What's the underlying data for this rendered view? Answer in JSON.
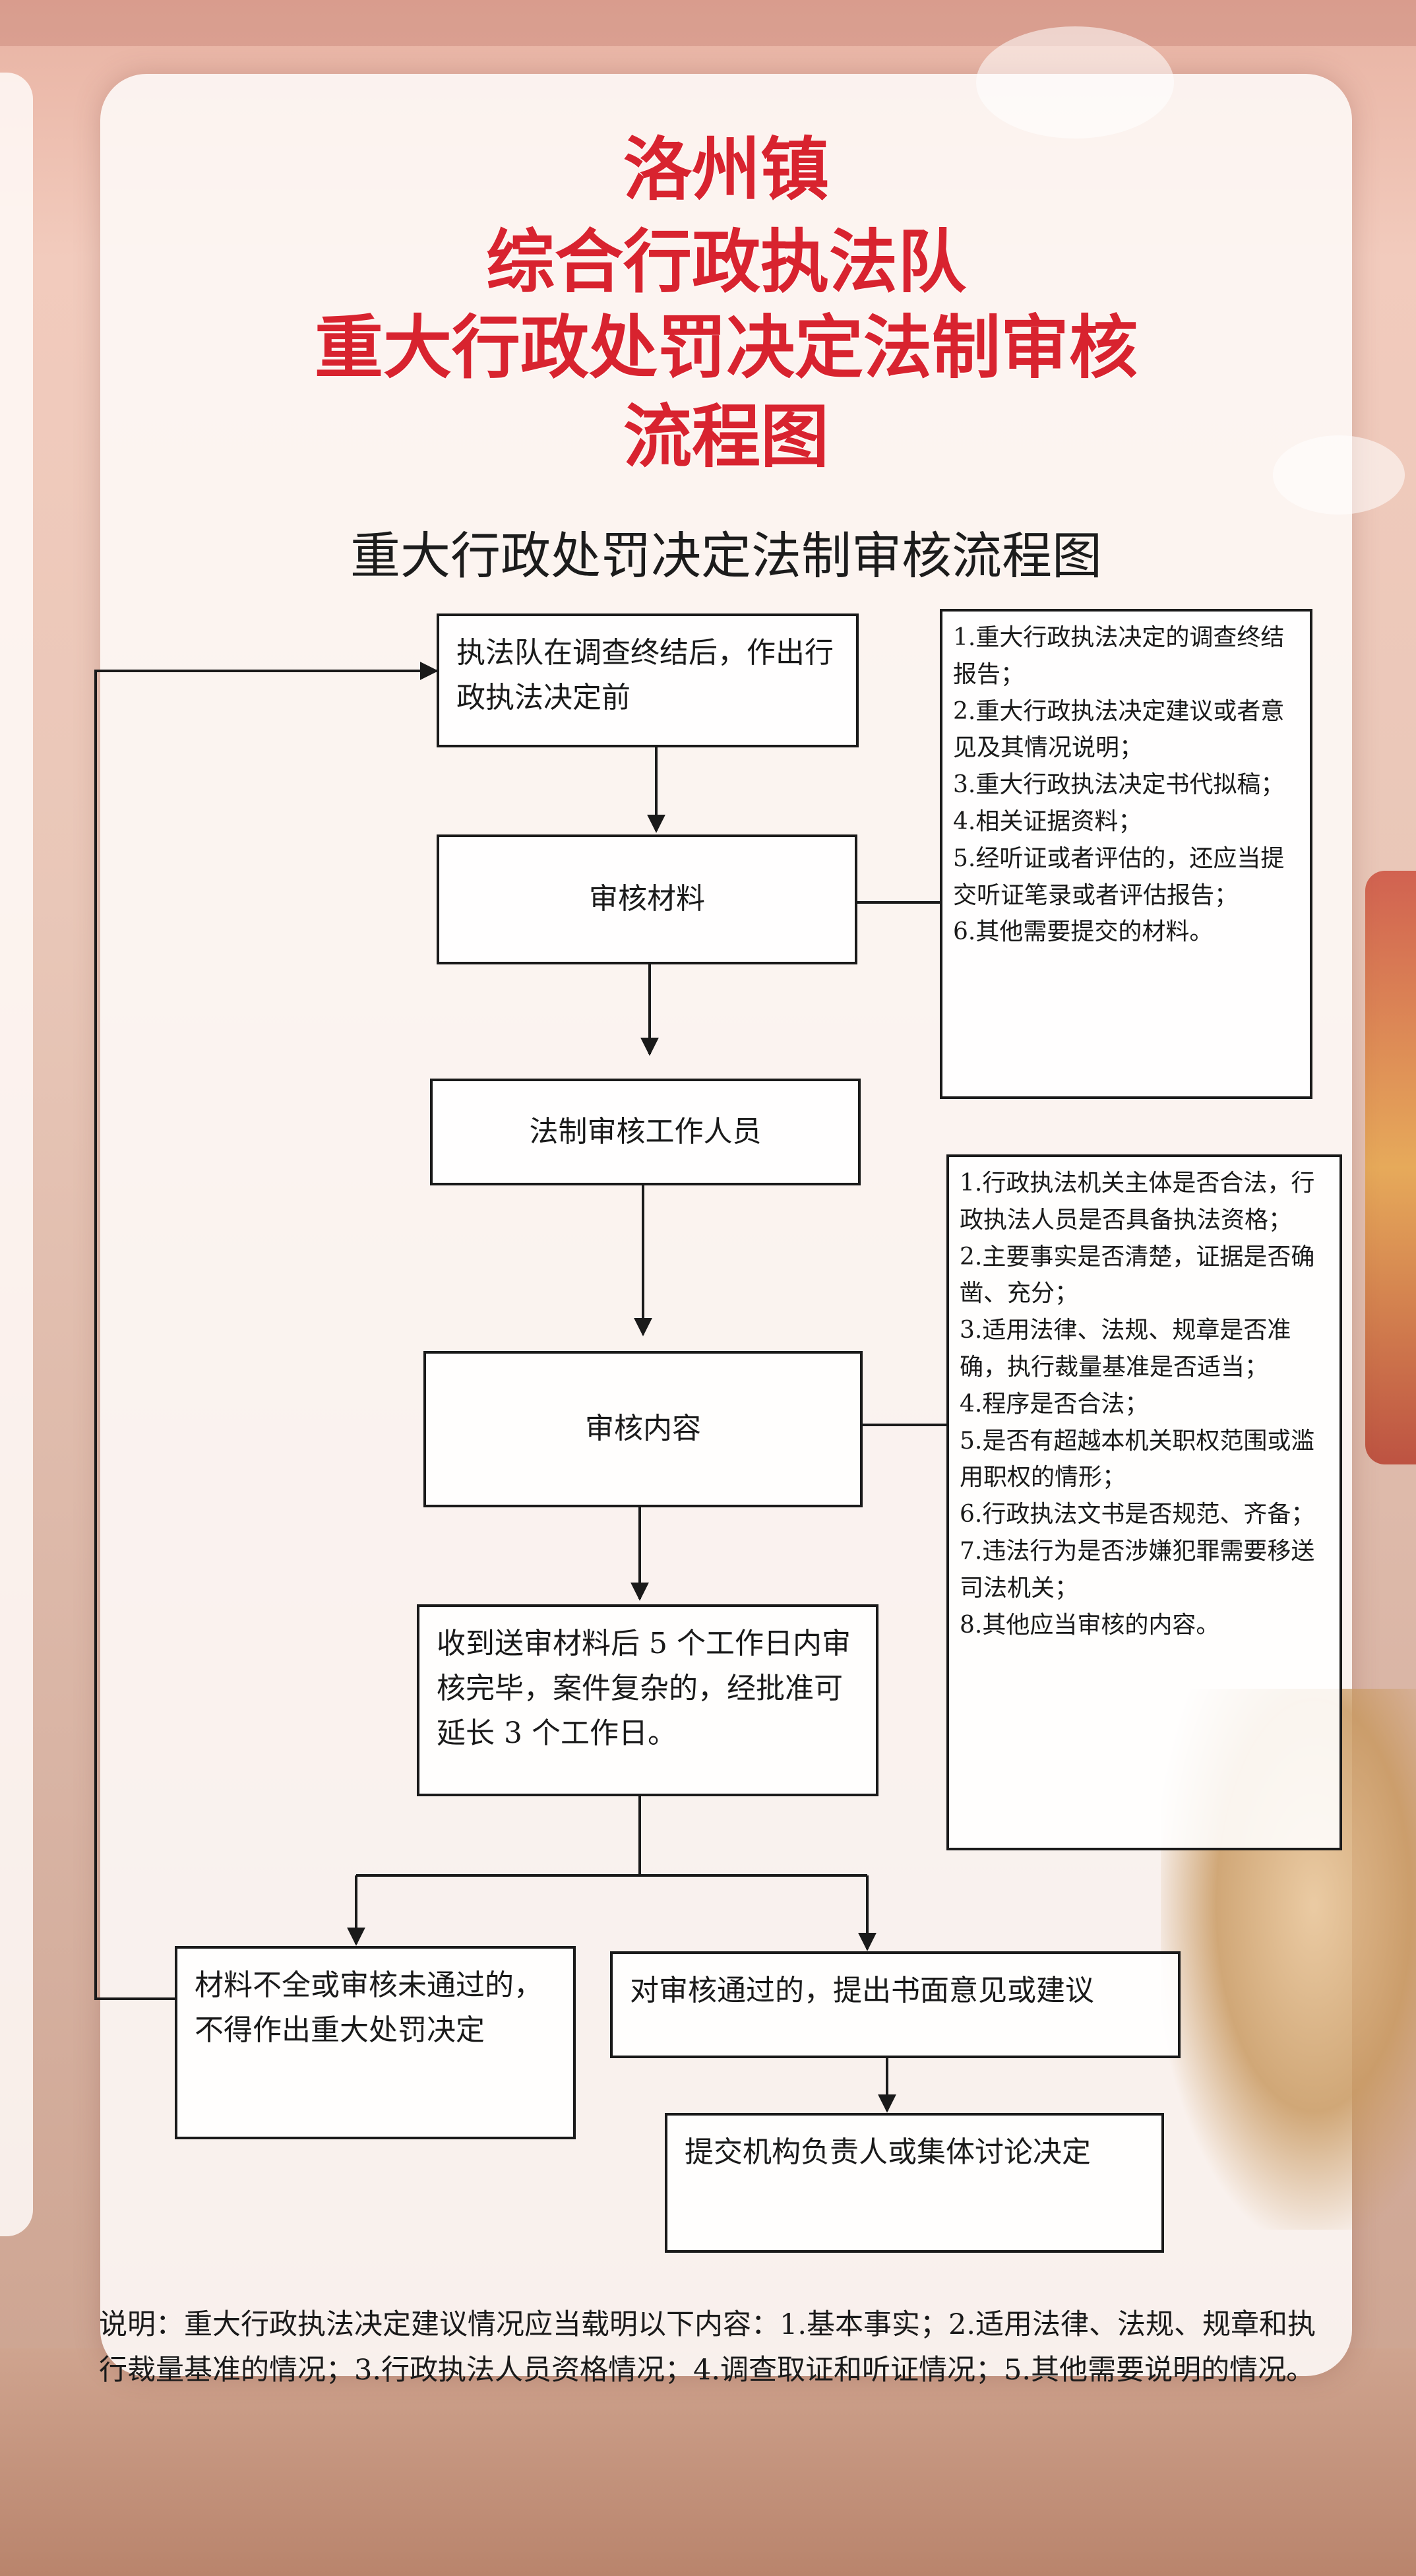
{
  "title_lines": [
    "洛州镇",
    "综合行政执法队",
    "重大行政处罚决定法制审核",
    "流程图"
  ],
  "subtitle": "重大行政处罚决定法制审核流程图",
  "nodes": {
    "start": "执法队在调查终结后，作出行政执法决定前",
    "review_materials": "审核材料",
    "reviewer": "法制审核工作人员",
    "review_content": "审核内容",
    "deadline": "收到送审材料后 5 个工作日内审核完毕，案件复杂的，经批准可延长 3 个工作日。",
    "rejected": "材料不全或审核未通过的，不得作出重大处罚决定",
    "approved": "对审核通过的，提出书面意见或建议",
    "submit": "提交机构负责人或集体讨论决定"
  },
  "materials_list": [
    "1.重大行政执法决定的调查终结报告；",
    "2.重大行政执法决定建议或者意见及其情况说明；",
    "3.重大行政执法决定书代拟稿；",
    "4.相关证据资料；",
    "5.经听证或者评估的，还应当提交听证笔录或者评估报告；",
    "6.其他需要提交的材料。"
  ],
  "content_list": [
    "1.行政执法机关主体是否合法，行政执法人员是否具备执法资格；",
    "2.主要事实是否清楚，证据是否确凿、充分；",
    "3.适用法律、法规、规章是否准确，执行裁量基准是否适当；",
    "4.程序是否合法；",
    "5.是否有超越本机关职权范围或滥用职权的情形；",
    "6.行政执法文书是否规范、齐备；",
    "7.违法行为是否涉嫌犯罪需要移送司法机关；",
    "8.其他应当审核的内容。"
  ],
  "note": "说明：重大行政执法决定建议情况应当载明以下内容：1.基本事实；2.适用法律、法规、规章和执行裁量基准的情况；3.行政执法人员资格情况；4.调查取证和听证情况；5.其他需要说明的情况。",
  "colors": {
    "title": "#d8232f",
    "line": "#1a1a1a"
  }
}
